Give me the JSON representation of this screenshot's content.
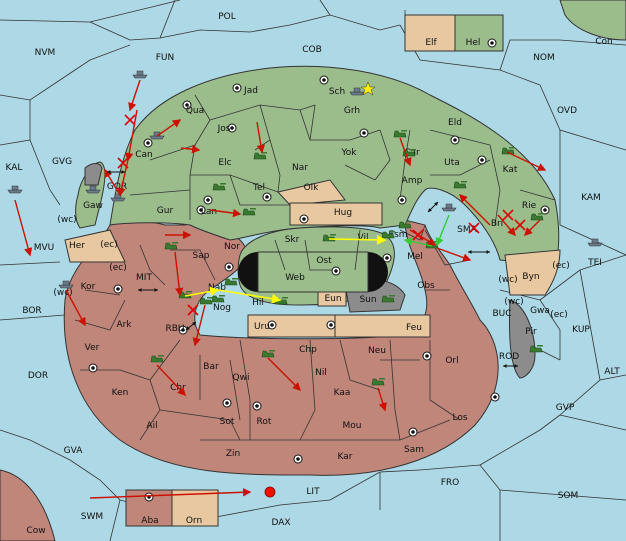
{
  "colors": {
    "sea": "#add8e6",
    "land_north": "#9bbd8c",
    "land_south": "#c0867a",
    "land_neutral": "#e8c8a0",
    "land_gray": "#8c8c8c",
    "island_green": "#9bbd8c",
    "army_green": "#3a7a30",
    "fleet_gray": "#6a7a8a",
    "arrow_red": "#cc1100",
    "arrow_yellow": "#ffff00",
    "arrow_green": "#33cc33",
    "cross_red": "#dd0000"
  },
  "sea_labels": {
    "pol": "POL",
    "nvm": "NVM",
    "fun": "FUN",
    "cob": "COB",
    "nom": "NOM",
    "ovd": "OVD",
    "kal": "KAL",
    "gvg": "GVG",
    "gor": "GOR",
    "mvu": "MVU",
    "kam": "KAM",
    "sma": "SMA",
    "tei": "TEI",
    "mit": "MIT",
    "bor": "BOR",
    "rbu": "RBU",
    "buc": "BUC",
    "kup": "KUP",
    "dor": "DOR",
    "rod": "ROD",
    "alt": "ALT",
    "gvp": "GVP",
    "gva": "GVA",
    "fro": "FRO",
    "som": "SOM",
    "lit": "LIT",
    "swm": "SWM",
    "dax": "DAX"
  },
  "land_labels": {
    "elf": "Elf",
    "hel": "Hel",
    "con": "Con",
    "jad": "Jad",
    "sch": "Sch",
    "qua": "Qua",
    "jos": "Jos",
    "grh": "Grh",
    "eld": "Eld",
    "can": "Can",
    "elc": "Elc",
    "nar": "Nar",
    "yok": "Yok",
    "car": "Car",
    "uta": "Uta",
    "kat": "Kat",
    "gaw": "Gaw",
    "tel": "Tel",
    "olk": "Olk",
    "amp": "Amp",
    "gur": "Gur",
    "lan": "Lan",
    "hug": "Hug",
    "rie": "Rie",
    "bri": "Bri",
    "her": "Her",
    "nor": "Nor",
    "skr": "Skr",
    "vil": "Vil",
    "esm": "Esm",
    "byn": "Byn",
    "sap": "Sap",
    "web": "Web",
    "ost": "Ost",
    "mel": "Mel",
    "kor": "Kor",
    "nab": "Nab",
    "eun": "Eun",
    "sun": "Sun",
    "obs": "Obs",
    "gwa": "Gwa",
    "hil": "Hil",
    "nog": "Nog",
    "ark": "Ark",
    "uru": "Uru",
    "feu": "Feu",
    "pir": "Pir",
    "ver": "Ver",
    "chp": "Chp",
    "neu": "Neu",
    "bar": "Bar",
    "qwi": "Qwi",
    "orl": "Orl",
    "nil": "Nil",
    "chr": "Chr",
    "ken": "Ken",
    "kaa": "Kaa",
    "sot": "Sot",
    "rot": "Rot",
    "los": "Los",
    "ail": "Ail",
    "mou": "Mou",
    "zin": "Zin",
    "kar": "Kar",
    "sam": "Sam",
    "aba": "Aba",
    "orn": "Orn",
    "cow": "Cow"
  },
  "coast_tags": {
    "wc1": "(wc)",
    "ec1": "(ec)",
    "ec2": "(ec)",
    "wc2": "(wc)",
    "wc3": "(wc)",
    "ec3": "(ec)",
    "wc4": "(wc)",
    "ec4": "(ec)"
  },
  "units": {
    "armies": 23,
    "fleets": 9
  }
}
